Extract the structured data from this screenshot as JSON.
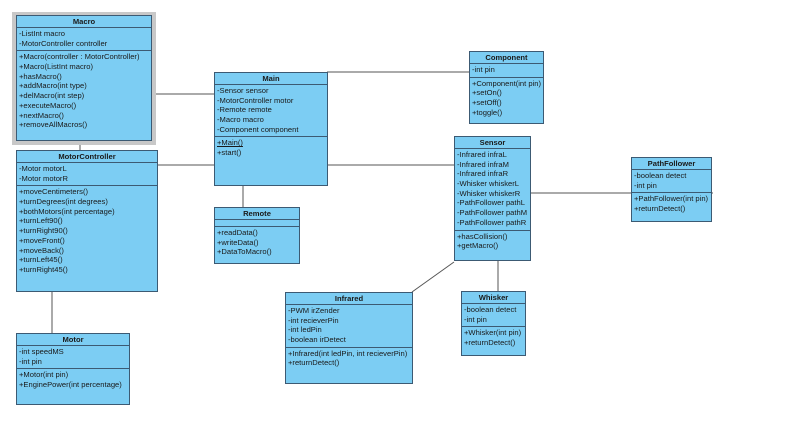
{
  "diagram": {
    "colors": {
      "class_fill": "#7ccdf3",
      "class_border": "#3c5a73",
      "link": "#555555",
      "selection_frame": "#c8c8c8"
    },
    "classes": [
      {
        "id": "macro",
        "name": "Macro",
        "selected": true,
        "attributes": [
          "-ListInt macro",
          "-MotorController controller"
        ],
        "operations": [
          "+Macro(controller : MotorController)",
          "+Macro(ListInt macro)",
          "+hasMacro()",
          "+addMacro(int type)",
          "+delMacro(int step)",
          "+executeMacro()",
          "+nextMacro()",
          "+removeAllMacros()"
        ]
      },
      {
        "id": "motorcontroller",
        "name": "MotorController",
        "attributes": [
          "-Motor motorL",
          "-Motor motorR"
        ],
        "operations": [
          "+moveCentimeters()",
          "+turnDegrees(int degrees)",
          "+bothMotors(int percentage)",
          "+turnLeft90()",
          "+turnRight90()",
          "+moveFront()",
          "+moveBack()",
          "+turnLeft45()",
          "+turnRight45()"
        ]
      },
      {
        "id": "motor",
        "name": "Motor",
        "attributes": [
          "-int speedMS",
          "-int pin"
        ],
        "operations": [
          "+Motor(int pin)",
          "+EnginePower(int percentage)"
        ]
      },
      {
        "id": "main",
        "name": "Main",
        "attributes": [
          "-Sensor sensor",
          "-MotorController motor",
          "-Remote remote",
          "-Macro macro",
          "-Component component"
        ],
        "operations": [
          "+Main()",
          "+start()"
        ],
        "underlined_operations": [
          "+Main()"
        ]
      },
      {
        "id": "remote",
        "name": "Remote",
        "attributes": [],
        "operations": [
          "+readData()",
          "+writeData()",
          "+DataToMacro()"
        ]
      },
      {
        "id": "component",
        "name": "Component",
        "attributes": [
          "-int pin"
        ],
        "operations": [
          "+Component(int pin)",
          "+setOn()",
          "+setOff()",
          "+toggle()"
        ]
      },
      {
        "id": "sensor",
        "name": "Sensor",
        "attributes": [
          "-Infrared infraL",
          "-Infrared infraM",
          "-Infrared infraR",
          "-Whisker whiskerL",
          "-Whisker whiskerR",
          "-PathFollower pathL",
          "-PathFollower pathM",
          "-PathFollower pathR"
        ],
        "operations": [
          "+hasCollision()",
          "+getMacro()"
        ]
      },
      {
        "id": "pathfollower",
        "name": "PathFollower",
        "attributes": [
          "-boolean detect",
          "-int pin"
        ],
        "operations": [
          "+PathFollower(int pin)",
          "+returnDetect()"
        ]
      },
      {
        "id": "infrared",
        "name": "Infrared",
        "attributes": [
          "-PWM irZender",
          "-int recieverPin",
          "-int ledPin",
          "-boolean irDetect"
        ],
        "operations": [
          "+Infrared(int ledPin, int recieverPin)",
          "+returnDetect()"
        ]
      },
      {
        "id": "whisker",
        "name": "Whisker",
        "attributes": [
          "-boolean detect",
          "-int pin"
        ],
        "operations": [
          "+Whisker(int pin)",
          "+returnDetect()"
        ]
      }
    ],
    "associations": [
      [
        "macro",
        "main"
      ],
      [
        "macro",
        "motorcontroller"
      ],
      [
        "motorcontroller",
        "main"
      ],
      [
        "main",
        "remote"
      ],
      [
        "main",
        "component"
      ],
      [
        "main",
        "sensor"
      ],
      [
        "sensor",
        "pathfollower"
      ],
      [
        "sensor",
        "infrared"
      ],
      [
        "sensor",
        "whisker"
      ],
      [
        "motorcontroller",
        "motor"
      ]
    ]
  }
}
